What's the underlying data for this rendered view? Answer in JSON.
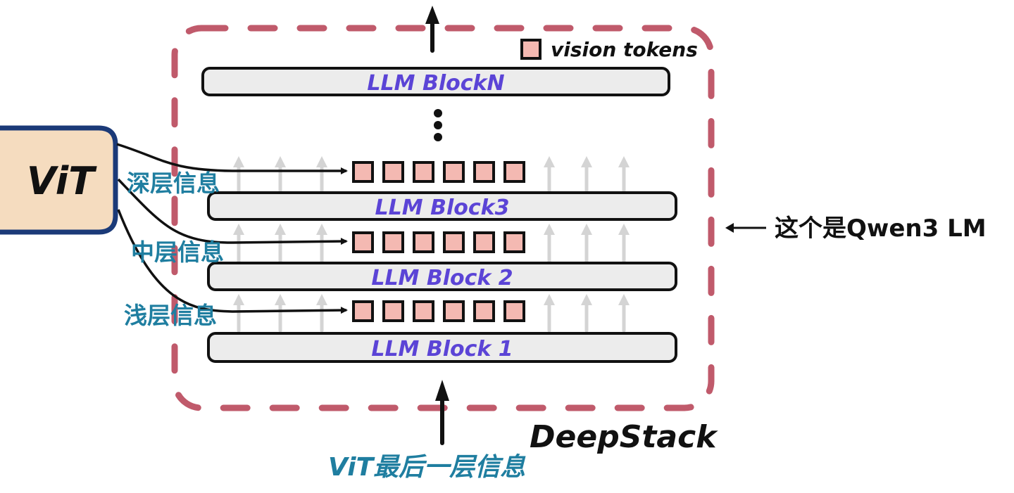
{
  "diagram": {
    "vit_box": {
      "label": "ViT"
    },
    "legend": {
      "label": "vision tokens"
    },
    "llm_blocks": [
      {
        "id": "blockN",
        "label": "LLM BlockN"
      },
      {
        "id": "block3",
        "label": "LLM Block3"
      },
      {
        "id": "block2",
        "label": "LLM Block 2"
      },
      {
        "id": "block1",
        "label": "LLM Block 1"
      }
    ],
    "ellipsis": "⋮",
    "token_rows": [
      {
        "level": "deep",
        "label": "深层信息",
        "token_count": 6
      },
      {
        "level": "middle",
        "label": "中层信息",
        "token_count": 6
      },
      {
        "level": "shallow",
        "label": "浅层信息",
        "token_count": 6
      }
    ],
    "container_title": "DeepStack",
    "annotation": {
      "arrow": "←—",
      "label": "这个是Qwen3 LM"
    },
    "bottom_input_label": "ViT最后一层信息",
    "colors": {
      "dashed_border": "#c05a6b",
      "token_fill": "#f4b9b2",
      "block_fill": "#ececec",
      "block_text": "#5b44d6",
      "vit_fill": "#f5dcbf",
      "vit_border": "#1b3a78",
      "cn_text": "#1f7ea0",
      "ghost_arrow": "#d4d4d4"
    }
  }
}
